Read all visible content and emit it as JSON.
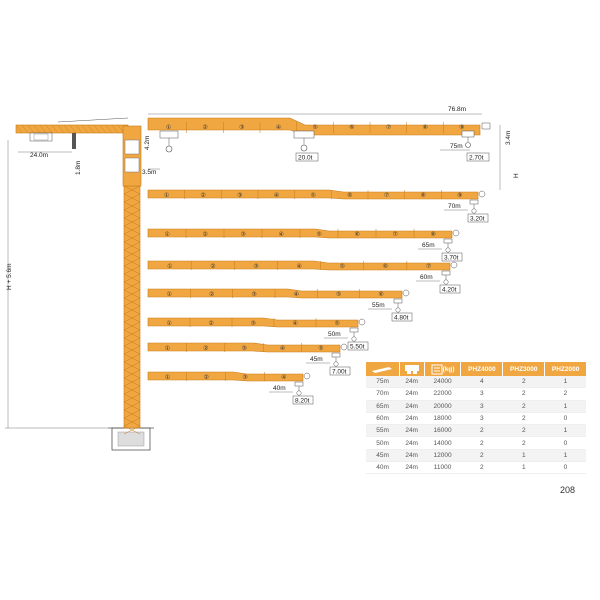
{
  "top_jib": {
    "length_label": "76.8m",
    "end_radius_label": "75m",
    "end_load": "2.70t",
    "mid_load": "20.0t",
    "counter_jib_label": "24.0m",
    "offset_label": "3.5m",
    "head_height_label": "4.2m",
    "counter_height_label": "1.8m",
    "right_height_label": "3.4m",
    "right_h_label": "H",
    "tower_height_label": "H + 5.6m",
    "sections": [
      "①",
      "②",
      "③",
      "④",
      "⑤",
      "⑥",
      "⑦",
      "⑧",
      "⑨"
    ]
  },
  "jib_configs": [
    {
      "radius": "70m",
      "load": "3.20t",
      "sections": [
        "①",
        "②",
        "③",
        "④",
        "⑤",
        "⑥",
        "⑦",
        "⑧",
        "⑨"
      ]
    },
    {
      "radius": "65m",
      "load": "3.70t",
      "sections": [
        "①",
        "②",
        "③",
        "④",
        "⑤",
        "⑥",
        "⑦",
        "⑧"
      ]
    },
    {
      "radius": "60m",
      "load": "4.20t",
      "sections": [
        "①",
        "②",
        "③",
        "④",
        "⑤",
        "⑥",
        "⑦"
      ]
    },
    {
      "radius": "55m",
      "load": "4.80t",
      "sections": [
        "①",
        "②",
        "③",
        "④",
        "⑤",
        "⑥"
      ]
    },
    {
      "radius": "50m",
      "load": "5.50t",
      "sections": [
        "①",
        "②",
        "③",
        "④",
        "⑤"
      ]
    },
    {
      "radius": "45m",
      "load": "7.00t",
      "sections": [
        "①",
        "②",
        "③",
        "④",
        "⑤"
      ]
    },
    {
      "radius": "40m",
      "load": "8.20t",
      "sections": [
        "①",
        "②",
        "③",
        "④"
      ]
    }
  ],
  "table": {
    "headers": [
      "",
      "",
      "(kg)",
      "PHZ4000",
      "PHZ3000",
      "PHZ2000"
    ],
    "rows": [
      [
        "75m",
        "24m",
        "24000",
        "4",
        "2",
        "1"
      ],
      [
        "70m",
        "24m",
        "22000",
        "3",
        "2",
        "2"
      ],
      [
        "65m",
        "24m",
        "20000",
        "3",
        "2",
        "1"
      ],
      [
        "60m",
        "24m",
        "18000",
        "3",
        "2",
        "0"
      ],
      [
        "55m",
        "24m",
        "16000",
        "2",
        "2",
        "1"
      ],
      [
        "50m",
        "24m",
        "14000",
        "2",
        "2",
        "0"
      ],
      [
        "45m",
        "24m",
        "12000",
        "2",
        "1",
        "1"
      ],
      [
        "40m",
        "24m",
        "11000",
        "2",
        "1",
        "0"
      ]
    ]
  },
  "page_number": "208",
  "colors": {
    "jib": "#f0a742",
    "jib_stroke": "#c77a17",
    "tower": "#f0a742",
    "header": "#f0a742"
  }
}
